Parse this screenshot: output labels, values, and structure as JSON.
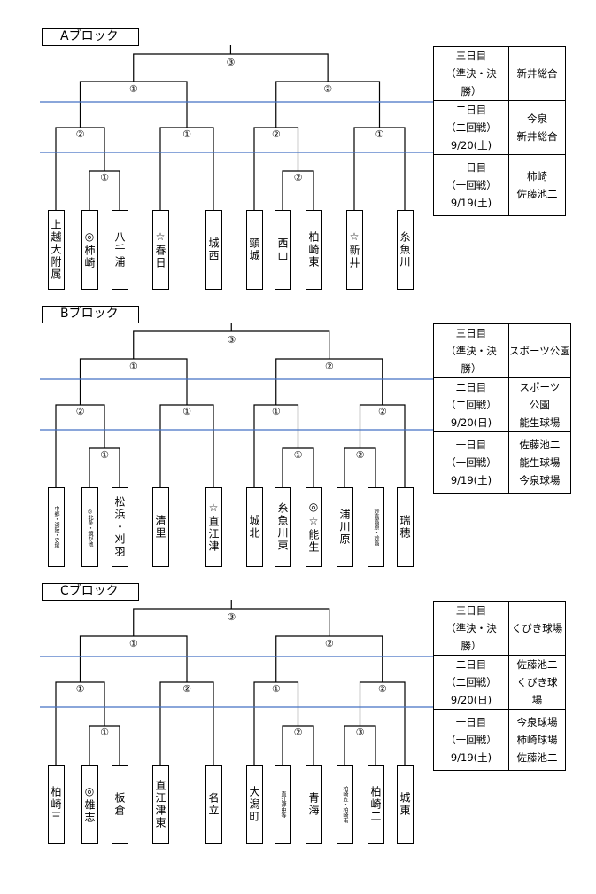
{
  "blocks": [
    {
      "title": "Aブロック",
      "teams": [
        {
          "name": "上越大附属"
        },
        {
          "name": "◎柿崎"
        },
        {
          "name": "八千浦"
        },
        {
          "name": "☆春日"
        },
        {
          "name": "城西"
        },
        {
          "name": "頸城"
        },
        {
          "name": "西山"
        },
        {
          "name": "柏崎東"
        },
        {
          "name": "☆新井"
        },
        {
          "name": "糸魚川"
        }
      ],
      "first_round_labels": [
        "①",
        "②"
      ],
      "second_round_labels": [
        "②",
        "①",
        "②",
        "①"
      ],
      "semi_labels": [
        "①",
        "②"
      ],
      "final_label": "③",
      "schedule": [
        {
          "day": [
            "三日目",
            "（準決・決",
            "勝）"
          ],
          "venue": [
            "新井総合"
          ]
        },
        {
          "day": [
            "二日目",
            "（二回戦）",
            "9/20(土)"
          ],
          "venue": [
            "今泉",
            "新井総合"
          ]
        },
        {
          "day": [
            "一日目",
            "（一回戦）",
            "9/19(土)"
          ],
          "venue": [
            "柿崎",
            "佐藤池二"
          ]
        }
      ]
    },
    {
      "title": "Bブロック",
      "teams": [
        {
          "name": "中郷・湖陵・安塚",
          "small": true
        },
        {
          "name": "◎北条・鏡が池",
          "small": true
        },
        {
          "name": "松浜・刈羽"
        },
        {
          "name": "清里"
        },
        {
          "name": "☆直江津"
        },
        {
          "name": "城北"
        },
        {
          "name": "糸魚川東"
        },
        {
          "name": "◎☆能生"
        },
        {
          "name": "浦川原"
        },
        {
          "name": "妙高高原・妙高",
          "small": true
        },
        {
          "name": "瑞穂"
        }
      ],
      "first_round_labels": [
        "①",
        "①",
        "②"
      ],
      "second_round_labels": [
        "②",
        "①",
        "①",
        "②"
      ],
      "semi_labels": [
        "①",
        "②"
      ],
      "final_label": "③",
      "schedule": [
        {
          "day": [
            "三日目",
            "（準決・決",
            "勝）"
          ],
          "venue": [
            "スポーツ公園"
          ]
        },
        {
          "day": [
            "二日目",
            "（二回戦）",
            "9/20(日)"
          ],
          "venue": [
            "スポーツ",
            "公園",
            "能生球場"
          ]
        },
        {
          "day": [
            "一日目",
            "（一回戦）",
            "9/19(土)"
          ],
          "venue": [
            "佐藤池二",
            "能生球場",
            "今泉球場"
          ]
        }
      ]
    },
    {
      "title": "Cブロック",
      "teams": [
        {
          "name": "柏崎三"
        },
        {
          "name": "◎雄志"
        },
        {
          "name": "板倉"
        },
        {
          "name": "直江津東"
        },
        {
          "name": "名立"
        },
        {
          "name": "大潟町"
        },
        {
          "name": "直江津中等",
          "small": true
        },
        {
          "name": "青海"
        },
        {
          "name": "柏崎五・柏崎南",
          "small": true
        },
        {
          "name": "柏崎二"
        },
        {
          "name": "城東"
        }
      ],
      "first_round_labels": [
        "①",
        "②",
        "③"
      ],
      "second_round_labels": [
        "①",
        "②",
        "①",
        "②"
      ],
      "semi_labels": [
        "①",
        "②"
      ],
      "final_label": "③",
      "schedule": [
        {
          "day": [
            "三日目",
            "（準決・決",
            "勝）"
          ],
          "venue": [
            "くびき球場"
          ]
        },
        {
          "day": [
            "二日目",
            "（二回戦）",
            "9/20(日)"
          ],
          "venue": [
            "佐藤池二",
            "くびき球",
            "場"
          ]
        },
        {
          "day": [
            "一日目",
            "（一回戦）",
            "9/19(土)"
          ],
          "venue": [
            "今泉球場",
            "柿崎球場",
            "佐藤池二"
          ]
        }
      ]
    }
  ],
  "colors": {
    "round_divider": "#4472c4",
    "line": "#000000"
  }
}
